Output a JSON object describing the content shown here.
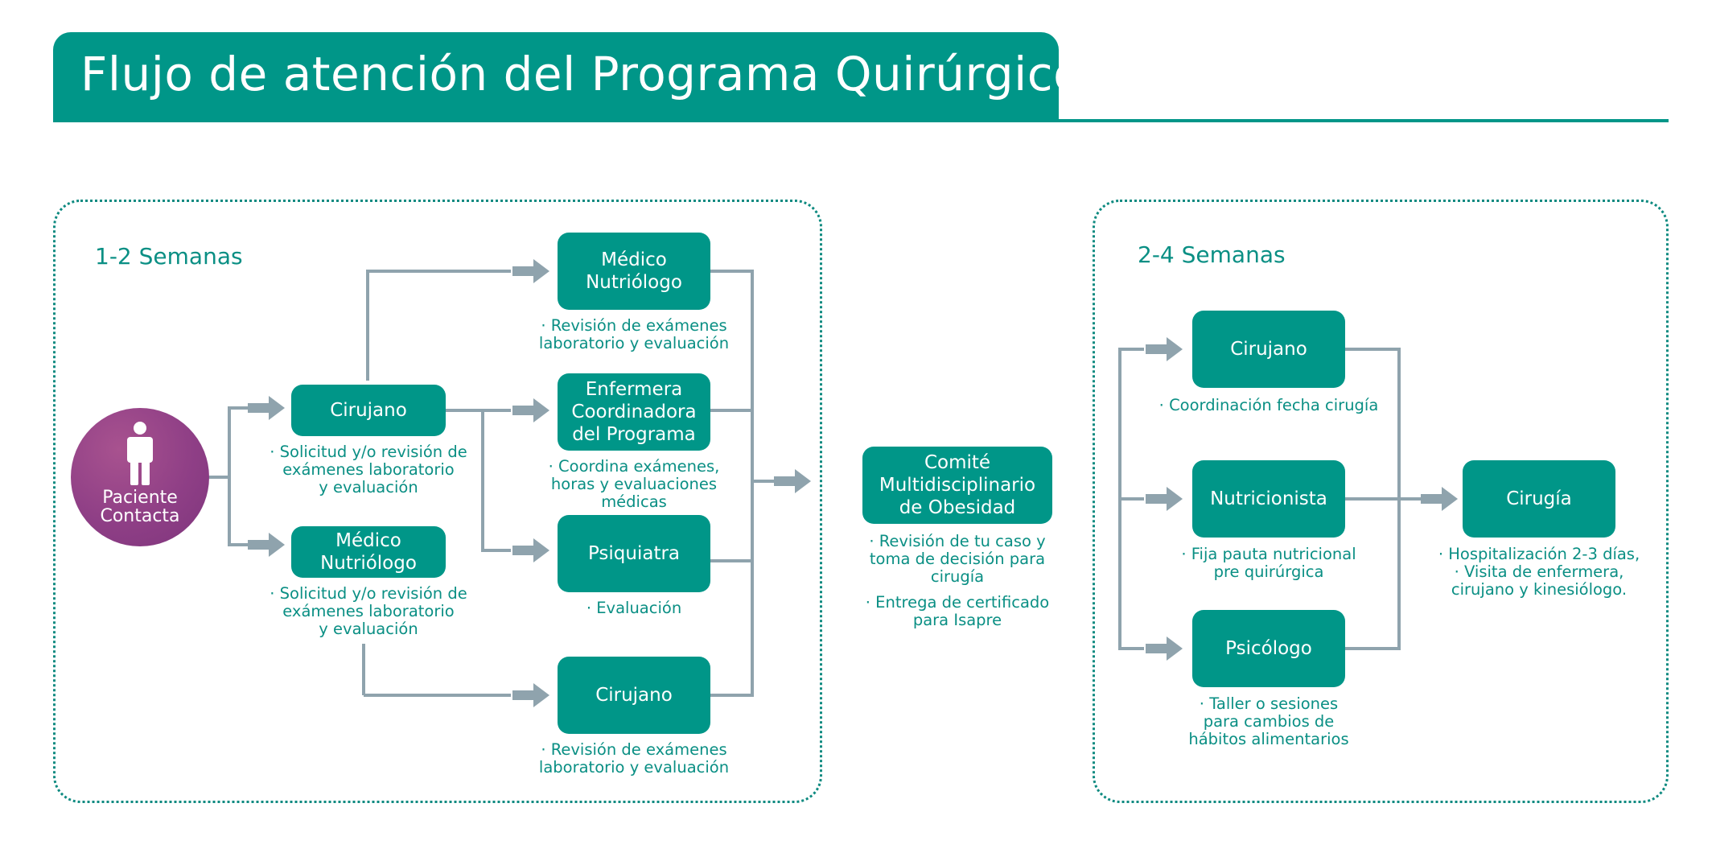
{
  "title": "Flujo de atención del Programa Quirúrgico",
  "colors": {
    "primary": "#009688",
    "connector": "#8fa3ad",
    "patient": "#8f3f86"
  },
  "phase1": {
    "label": "1-2 Semanas",
    "patient": {
      "label": "Paciente\nContacta",
      "icon": "person-icon"
    },
    "n_cirujano1": "Cirujano",
    "n_cirujano1_note": "· Solicitud y/o revisión de\nexámenes laboratorio\ny evaluación",
    "n_medico1": "Médico\nNutriólogo",
    "n_medico1_note": "· Solicitud y/o revisión de\nexámenes laboratorio\ny evaluación",
    "n_medico2": "Médico\nNutriólogo",
    "n_medico2_note": "· Revisión de exámenes\nlaboratorio y evaluación",
    "n_enfermera": "Enfermera\nCoordinadora\ndel Programa",
    "n_enfermera_note": "· Coordina exámenes,\nhoras y evaluaciones\nmédicas",
    "n_psiquiatra": "Psiquiatra",
    "n_psiquiatra_note": "· Evaluación",
    "n_cirujano2": "Cirujano",
    "n_cirujano2_note": "· Revisión de exámenes\nlaboratorio y evaluación"
  },
  "committee": {
    "label": "Comité\nMultidisciplinario\nde Obesidad",
    "note1": "· Revisión de tu caso y\ntoma de decisión para\ncirugía",
    "note2": "· Entrega de certificado\npara Isapre"
  },
  "phase2": {
    "label": "2-4 Semanas",
    "n_cirujano": "Cirujano",
    "n_cirujano_note": "· Coordinación fecha cirugía",
    "n_nutricionista": "Nutricionista",
    "n_nutricionista_note": "· Fija pauta nutricional\npre quirúrgica",
    "n_psicologo": "Psicólogo",
    "n_psicologo_note": "· Taller o sesiones\npara cambios de\nhábitos alimentarios",
    "n_cirugia": "Cirugía",
    "n_cirugia_note": "· Hospitalización 2-3 días,\n· Visita de enfermera,\ncirujano y kinesiólogo."
  }
}
